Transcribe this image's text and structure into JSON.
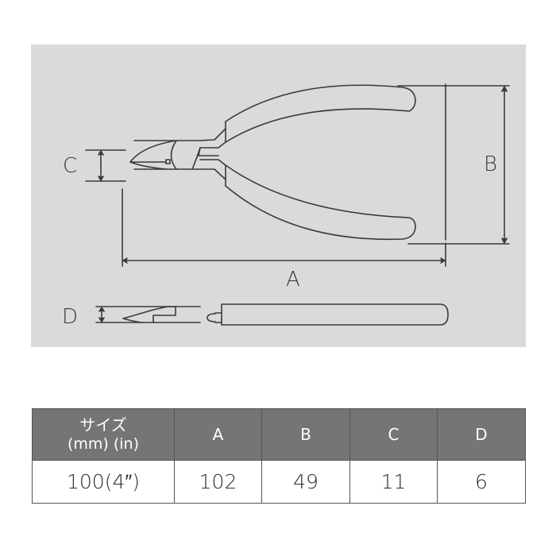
{
  "diagram": {
    "subject": "side-cutting nippers / pliers dimension drawing",
    "labels": {
      "A": "A",
      "B": "B",
      "C": "C",
      "D": "D"
    },
    "colors": {
      "panel_background": "#dadada",
      "line": "#3a3a3a",
      "table_header_background": "#767474",
      "table_header_text": "#ffffff",
      "table_border": "#555555"
    }
  },
  "table": {
    "header": {
      "size_label_line1": "サイズ",
      "size_label_line2": "(mm) (in)",
      "columns": [
        "A",
        "B",
        "C",
        "D"
      ]
    },
    "rows": [
      {
        "size": "100(4″)",
        "values": [
          "102",
          "49",
          "11",
          "6"
        ]
      }
    ]
  }
}
